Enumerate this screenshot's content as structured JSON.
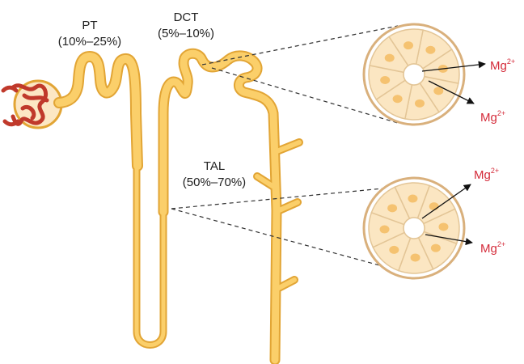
{
  "labels": {
    "pt_name": "PT",
    "pt_percent": "(10%–25%)",
    "dct_name": "DCT",
    "dct_percent": "(5%–10%)",
    "tal_name": "TAL",
    "tal_percent": "(50%–70%)"
  },
  "ion": {
    "symbol": "Mg",
    "charge": "2+"
  },
  "colors": {
    "tubule_fill": "#fbcf6a",
    "tubule_outline": "#e2a535",
    "cell_fill": "#fbe6c2",
    "cell_outline": "#e3c596",
    "nucleus": "#f5c270",
    "ring_outline": "#d9b07c",
    "glomerulus": "#c0392b",
    "ion_text": "#d42b3a"
  }
}
